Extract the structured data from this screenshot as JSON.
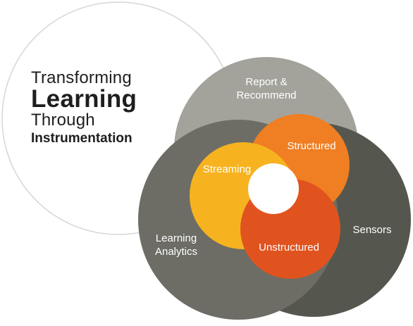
{
  "title": {
    "line1": "Transforming",
    "line2": "Learning",
    "line3": "Through",
    "line4": "Instrumentation"
  },
  "outer_circles": {
    "report": [
      "Report &",
      "Recommend"
    ],
    "analytics": [
      "Learning",
      "Analytics"
    ],
    "sensors": "Sensors"
  },
  "inner_circles": {
    "structured": "Structured",
    "streaming": "Streaming",
    "unstructured": "Unstructured"
  },
  "colors": {
    "outline": "#d6d6d6",
    "report": "#a3a39c",
    "analytics": "#6d6d66",
    "sensors": "#55574f",
    "structured": "#f07e22",
    "streaming": "#f7b31f",
    "unstructured": "#e0531f",
    "text_dark": "#1e1e1e",
    "text_light": "#ffffff"
  }
}
